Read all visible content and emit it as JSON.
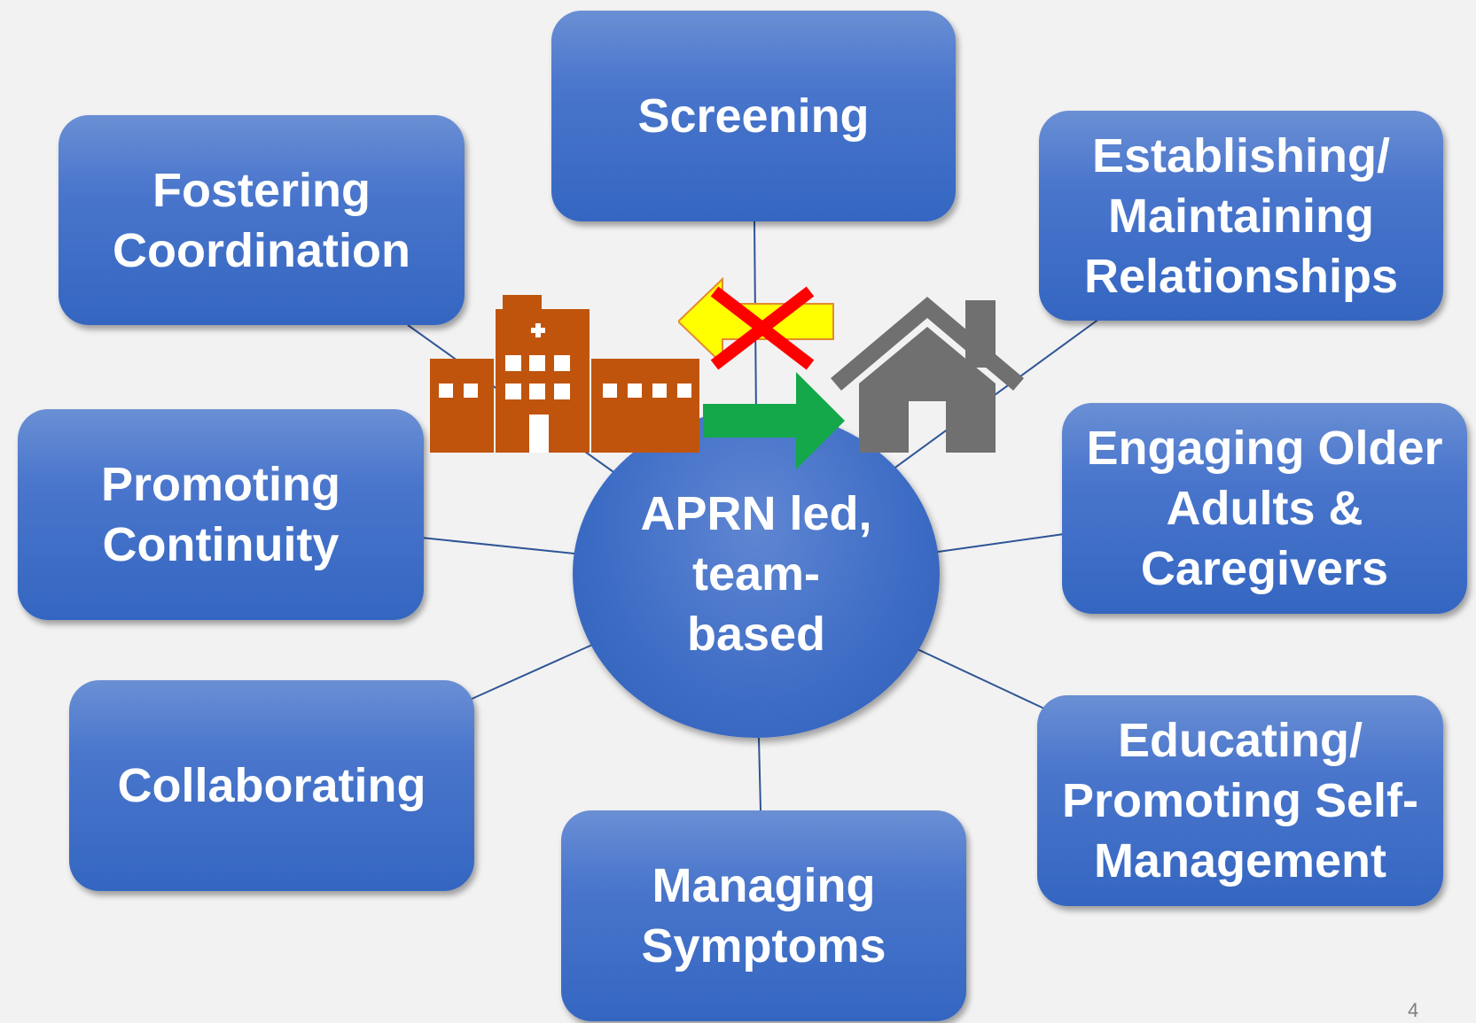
{
  "center": {
    "label": "APRN led, team-based"
  },
  "nodes": {
    "screening": "Screening",
    "establishing": "Establishing/ Maintaining Relationships",
    "engaging": "Engaging Older Adults & Caregivers",
    "educating": "Educating/ Promoting Self-Management",
    "managing": "Managing Symptoms",
    "collaborating": "Collaborating",
    "promoting_continuity": "Promoting Continuity",
    "fostering": "Fostering Coordination"
  },
  "icons": {
    "hospital": "hospital-icon",
    "home": "house-icon",
    "arrow_to_home": "right-arrow-icon",
    "arrow_to_hospital": "left-arrow-icon",
    "cross_mark": "cross-mark-icon"
  },
  "colors": {
    "node_fill": "#3d6cc5",
    "hospital": "#c0540c",
    "house": "#707070",
    "green_arrow": "#14a84a",
    "yellow_arrow": "#ffff00",
    "cross": "#ff0000"
  },
  "page_number": "4"
}
